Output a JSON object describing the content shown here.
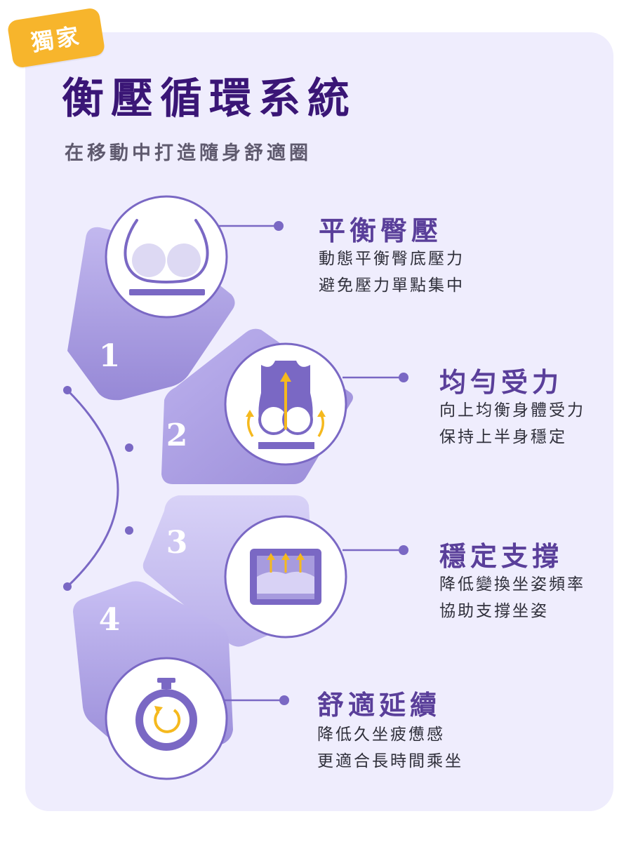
{
  "badge": "獨家",
  "title": "衡壓循環系統",
  "subtitle": "在移動中打造隨身舒適圈",
  "colors": {
    "brand_purple": "#3a1676",
    "accent_purple": "#7a68c4",
    "arrow_yellow": "#f5b91e",
    "badge_orange": "#f7b52c",
    "background": "#efedfd"
  },
  "steps": [
    {
      "number": "1",
      "icon": "buttocks-on-cushion-icon",
      "title": "平衡臀壓",
      "lines": [
        "動態平衡臀底壓力",
        "避免壓力單點集中"
      ]
    },
    {
      "number": "2",
      "icon": "torso-upward-force-icon",
      "title": "均勻受力",
      "lines": [
        "向上均衡身體受力",
        "保持上半身穩定"
      ]
    },
    {
      "number": "3",
      "icon": "cushion-support-arrows-icon",
      "title": "穩定支撐",
      "lines": [
        "降低變換坐姿頻率",
        "協助支撐坐姿"
      ]
    },
    {
      "number": "4",
      "icon": "stopwatch-icon",
      "title": "舒適延續",
      "lines": [
        "降低久坐疲憊感",
        "更適合長時間乘坐"
      ]
    }
  ]
}
